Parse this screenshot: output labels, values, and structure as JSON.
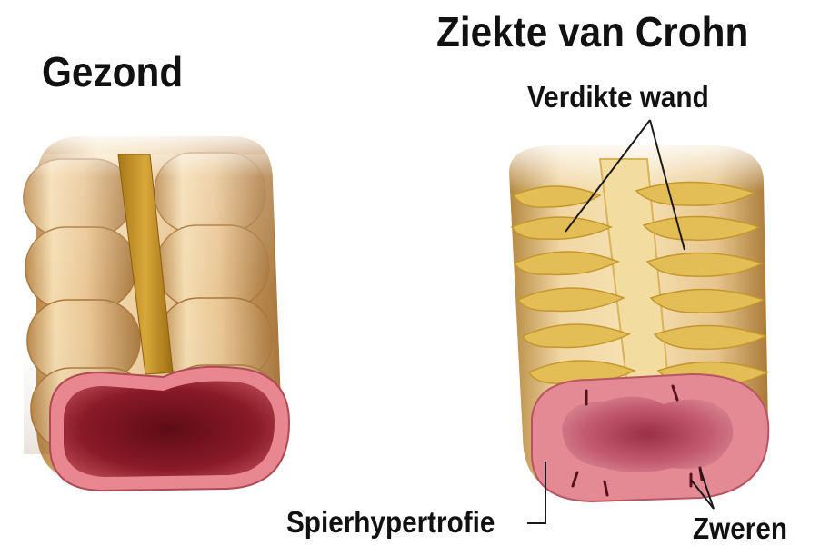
{
  "labels": {
    "healthy": "Gezond",
    "crohn": "Ziekte van Crohn",
    "thickened_wall": "Verdikte wand",
    "muscle_hypertrophy": "Spierhypertrofie",
    "ulcers": "Zweren"
  },
  "colors": {
    "skin_light": "#f4dcb0",
    "skin_mid": "#dfb57e",
    "skin_dark": "#b98647",
    "band": "#c9951e",
    "fold_yellow": "#e6c25a",
    "rim_pink": "#e8878f",
    "lumen_dark": "#7b1420",
    "line": "#1a1a1a"
  }
}
